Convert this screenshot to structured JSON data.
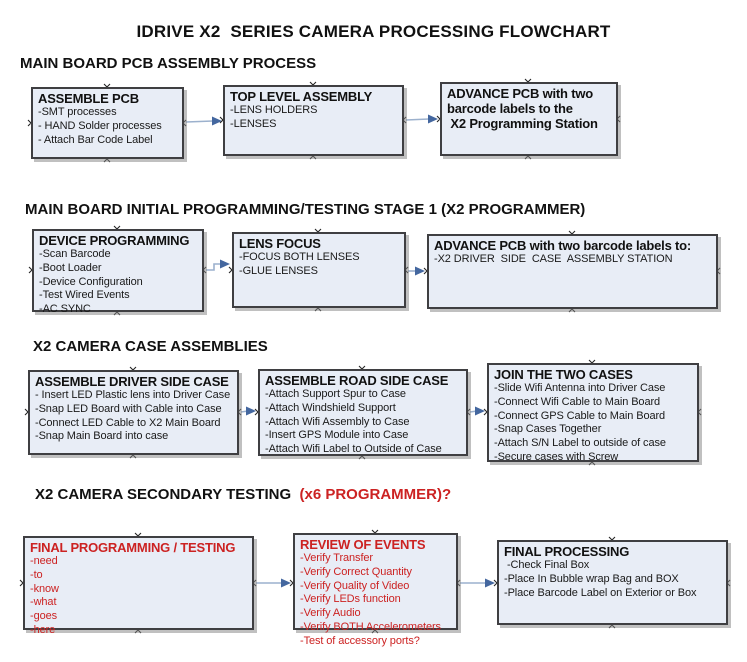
{
  "title": "IDRIVE X2  SERIES CAMERA PROCESSING FLOWCHART",
  "colors": {
    "box_fill": "#e8edf6",
    "box_border": "#3f3f42",
    "red_text": "#cc2222",
    "connector_line": "#9cb1cd",
    "arrow_head": "#44679f"
  },
  "sections": [
    {
      "heading": "MAIN BOARD PCB ASSEMBLY PROCESS",
      "boxes": [
        {
          "title": "ASSEMBLE PCB",
          "items": [
            "-SMT processes",
            "- HAND Solder processes",
            "- Attach Bar Code Label"
          ]
        },
        {
          "title": "TOP LEVEL ASSEMBLY",
          "items": [
            "-LENS HOLDERS",
            "-LENSES"
          ]
        },
        {
          "title": "ADVANCE PCB with two\nbarcode labels to the\n X2 Programming Station",
          "items": []
        }
      ]
    },
    {
      "heading": "MAIN BOARD INITIAL PROGRAMMING/TESTING STAGE 1 (X2 PROGRAMMER)",
      "boxes": [
        {
          "title": "DEVICE PROGRAMMING",
          "items": [
            "-Scan Barcode",
            "-Boot Loader",
            "-Device Configuration",
            "-Test Wired Events",
            "-AC SYNC"
          ]
        },
        {
          "title": "LENS FOCUS",
          "items": [
            "-FOCUS BOTH LENSES",
            "-GLUE LENSES"
          ]
        },
        {
          "title": "ADVANCE PCB with two barcode labels to:",
          "items": [
            "-X2 DRIVER  SIDE  CASE  ASSEMBLY STATION"
          ]
        }
      ]
    },
    {
      "heading": "X2 CAMERA CASE ASSEMBLIES",
      "boxes": [
        {
          "title": "ASSEMBLE DRIVER SIDE CASE",
          "items": [
            "- Insert LED Plastic lens into Driver Case",
            "-Snap LED Board with Cable into Case",
            "-Connect LED Cable to X2 Main Board",
            "-Snap Main Board into case"
          ]
        },
        {
          "title": "ASSEMBLE ROAD SIDE CASE",
          "items": [
            "-Attach Support Spur to Case",
            "-Attach Windshield Support",
            "-Attach Wifi Assembly to Case",
            "-Insert GPS Module into Case",
            "-Attach Wifi Label to Outside of Case"
          ]
        },
        {
          "title": "JOIN THE TWO CASES",
          "items": [
            "-Slide Wifi Antenna into Driver Case",
            "-Connect Wifi Cable to Main Board",
            "-Connect GPS Cable to Main Board",
            "-Snap Cases Together",
            "-Attach S/N Label to outside of case",
            "-Secure cases with Screw"
          ]
        }
      ]
    },
    {
      "heading": "X2 CAMERA SECONDARY TESTING ",
      "heading_red": " (x6 PROGRAMMER)?",
      "boxes": [
        {
          "title": "FINAL PROGRAMMING / TESTING",
          "red": true,
          "items": [
            "-need",
            "-to",
            "-know",
            "-what",
            "-goes",
            "-here"
          ]
        },
        {
          "title": "REVIEW OF EVENTS",
          "red": true,
          "items": [
            "-Verify Transfer",
            "-Verify Correct Quantity",
            "-Verify Quality of Video",
            "-Verify LEDs function",
            "-Verify Audio",
            "-Verify BOTH Accelerometers",
            "-Test of accessory ports?"
          ]
        },
        {
          "title": "FINAL PROCESSING",
          "items": [
            " -Check Final Box",
            "-Place In Bubble wrap Bag and BOX",
            "-Place Barcode Label on Exterior or Box"
          ]
        }
      ]
    }
  ]
}
